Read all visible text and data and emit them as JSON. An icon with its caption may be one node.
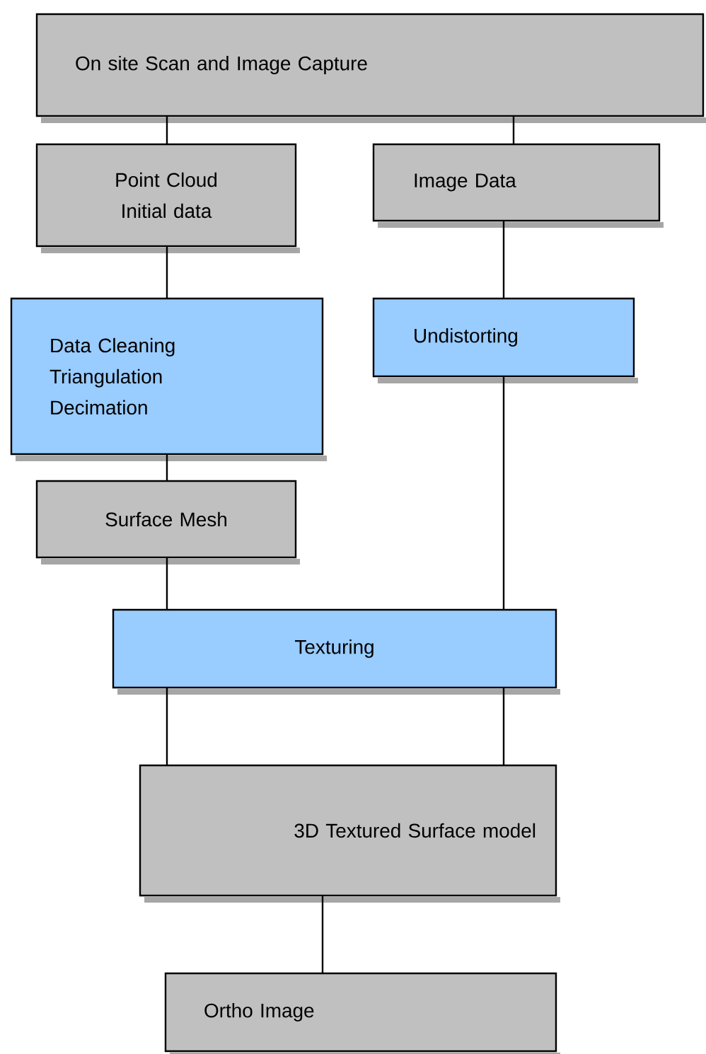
{
  "diagram": {
    "nodes": [
      {
        "text": [
          "On site Scan and Image Capture"
        ]
      },
      {
        "text": [
          "Point Cloud",
          "Initial data"
        ]
      },
      {
        "text": [
          "Image Data"
        ]
      },
      {
        "text": [
          "Data Cleaning",
          "Triangulation",
          "Decimation"
        ]
      },
      {
        "text": [
          "Undistorting"
        ]
      },
      {
        "text": [
          "Surface Mesh"
        ]
      },
      {
        "text": [
          "Texturing"
        ]
      },
      {
        "text": [
          "3D Textured Surface model"
        ]
      },
      {
        "text": [
          "Ortho Image"
        ]
      }
    ],
    "edges": [
      {
        "from": 0,
        "to": 1,
        "arrow": "none"
      },
      {
        "from": 0,
        "to": 2,
        "arrow": "none"
      },
      {
        "from": 1,
        "to": 3,
        "arrow": "none"
      },
      {
        "from": 2,
        "to": 4,
        "arrow": "none"
      },
      {
        "from": 3,
        "to": 5,
        "arrow": "none"
      },
      {
        "from": 5,
        "to": 6,
        "arrow": "none"
      },
      {
        "from": 4,
        "to": 6,
        "arrow": "none"
      },
      {
        "from": 6,
        "to": 7,
        "arrow": "none"
      },
      {
        "from": 6,
        "to": 7,
        "arrow": "none"
      },
      {
        "from": 7,
        "to": 8,
        "arrow": "none"
      }
    ]
  }
}
